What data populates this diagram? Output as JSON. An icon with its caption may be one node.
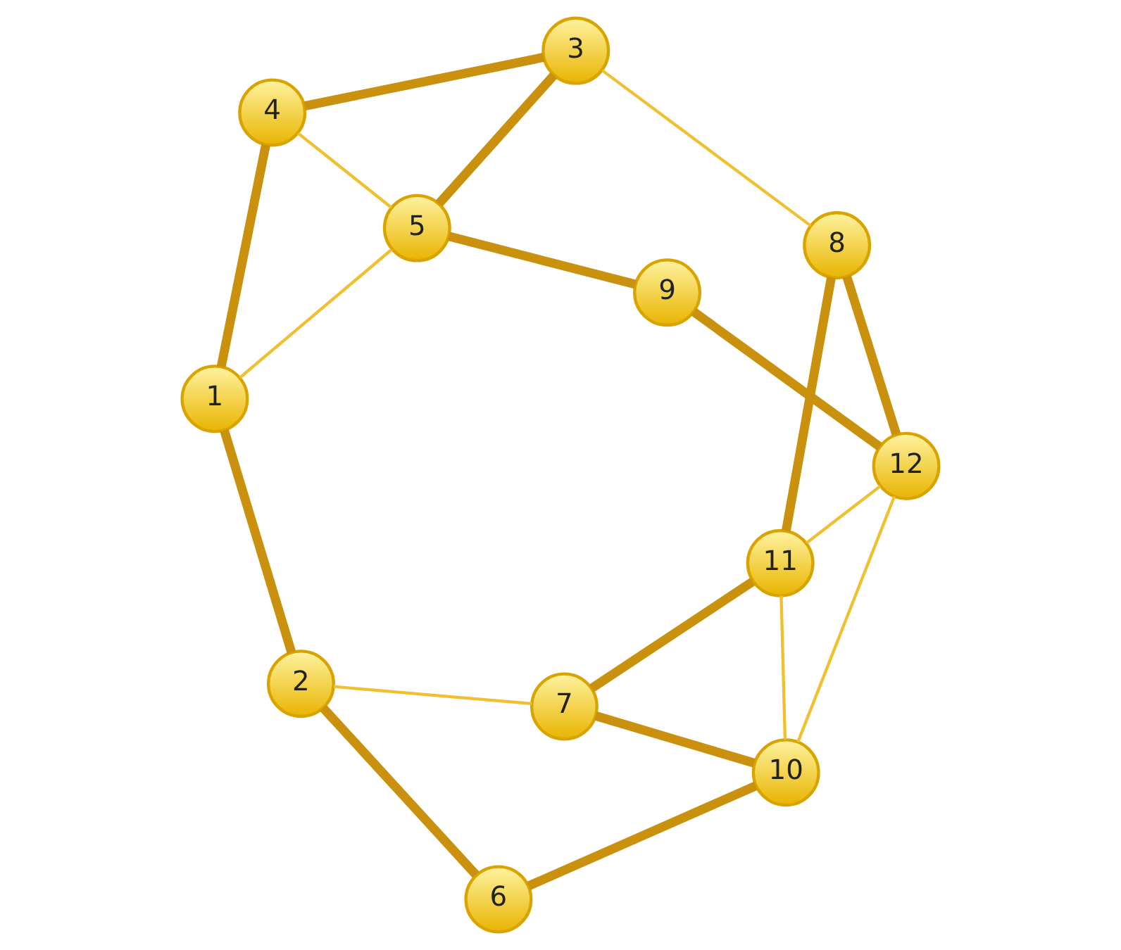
{
  "diagram": {
    "nodes": [
      {
        "text": [
          "1"
        ]
      },
      {
        "text": [
          "2"
        ]
      },
      {
        "text": [
          "3"
        ]
      },
      {
        "text": [
          "4"
        ]
      },
      {
        "text": [
          "5"
        ]
      },
      {
        "text": [
          "6"
        ]
      },
      {
        "text": [
          "7"
        ]
      },
      {
        "text": [
          "8"
        ]
      },
      {
        "text": [
          "9"
        ]
      },
      {
        "text": [
          "10"
        ]
      },
      {
        "text": [
          "11"
        ]
      },
      {
        "text": [
          "12"
        ]
      }
    ],
    "edges": [
      {
        "from": 0,
        "to": 1,
        "arrow": "none"
      },
      {
        "from": 0,
        "to": 3,
        "arrow": "none"
      },
      {
        "from": 0,
        "to": 4,
        "arrow": "none",
        "color": "#f0c030"
      },
      {
        "from": 1,
        "to": 5,
        "arrow": "none"
      },
      {
        "from": 1,
        "to": 6,
        "arrow": "none",
        "color": "#f0c030"
      },
      {
        "from": 3,
        "to": 4,
        "arrow": "none",
        "color": "#f0c030"
      },
      {
        "from": 3,
        "to": 2,
        "arrow": "none"
      },
      {
        "from": 2,
        "to": 4,
        "arrow": "none"
      },
      {
        "from": 2,
        "to": 7,
        "arrow": "none",
        "color": "#f0c030"
      },
      {
        "from": 4,
        "to": 8,
        "arrow": "none"
      },
      {
        "from": 5,
        "to": 9,
        "arrow": "none"
      },
      {
        "from": 6,
        "to": 9,
        "arrow": "none"
      },
      {
        "from": 6,
        "to": 10,
        "arrow": "none"
      },
      {
        "from": 7,
        "to": 10,
        "arrow": "none"
      },
      {
        "from": 7,
        "to": 11,
        "arrow": "none"
      },
      {
        "from": 8,
        "to": 11,
        "arrow": "none"
      },
      {
        "from": 10,
        "to": 9,
        "arrow": "none",
        "color": "#f0c030"
      },
      {
        "from": 10,
        "to": 11,
        "arrow": "none",
        "color": "#f0c030"
      },
      {
        "from": 9,
        "to": 11,
        "arrow": "none",
        "color": "#f0c030"
      }
    ]
  }
}
